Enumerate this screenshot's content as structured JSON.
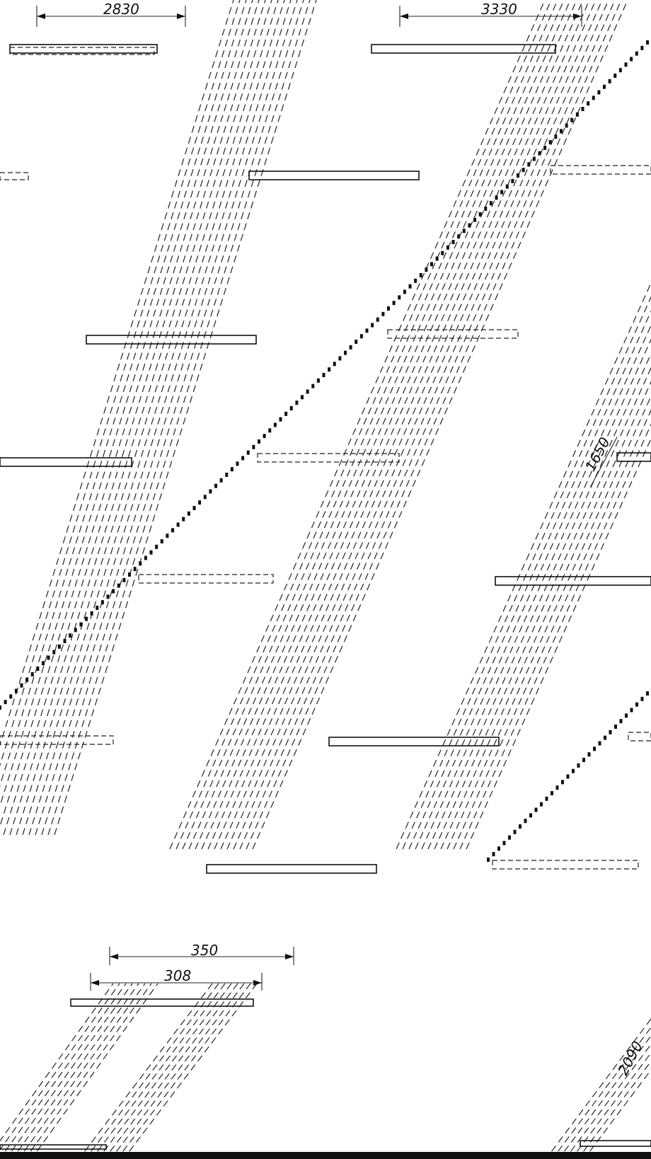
{
  "drawing": {
    "dimensions": {
      "top_left": "2830",
      "top_right": "3330",
      "right_middle": "1650",
      "bottom_outer": "350",
      "bottom_inner": "308",
      "bottom_right": "2090"
    }
  },
  "colors": {
    "ink": "#111111",
    "background": "#ffffff"
  }
}
